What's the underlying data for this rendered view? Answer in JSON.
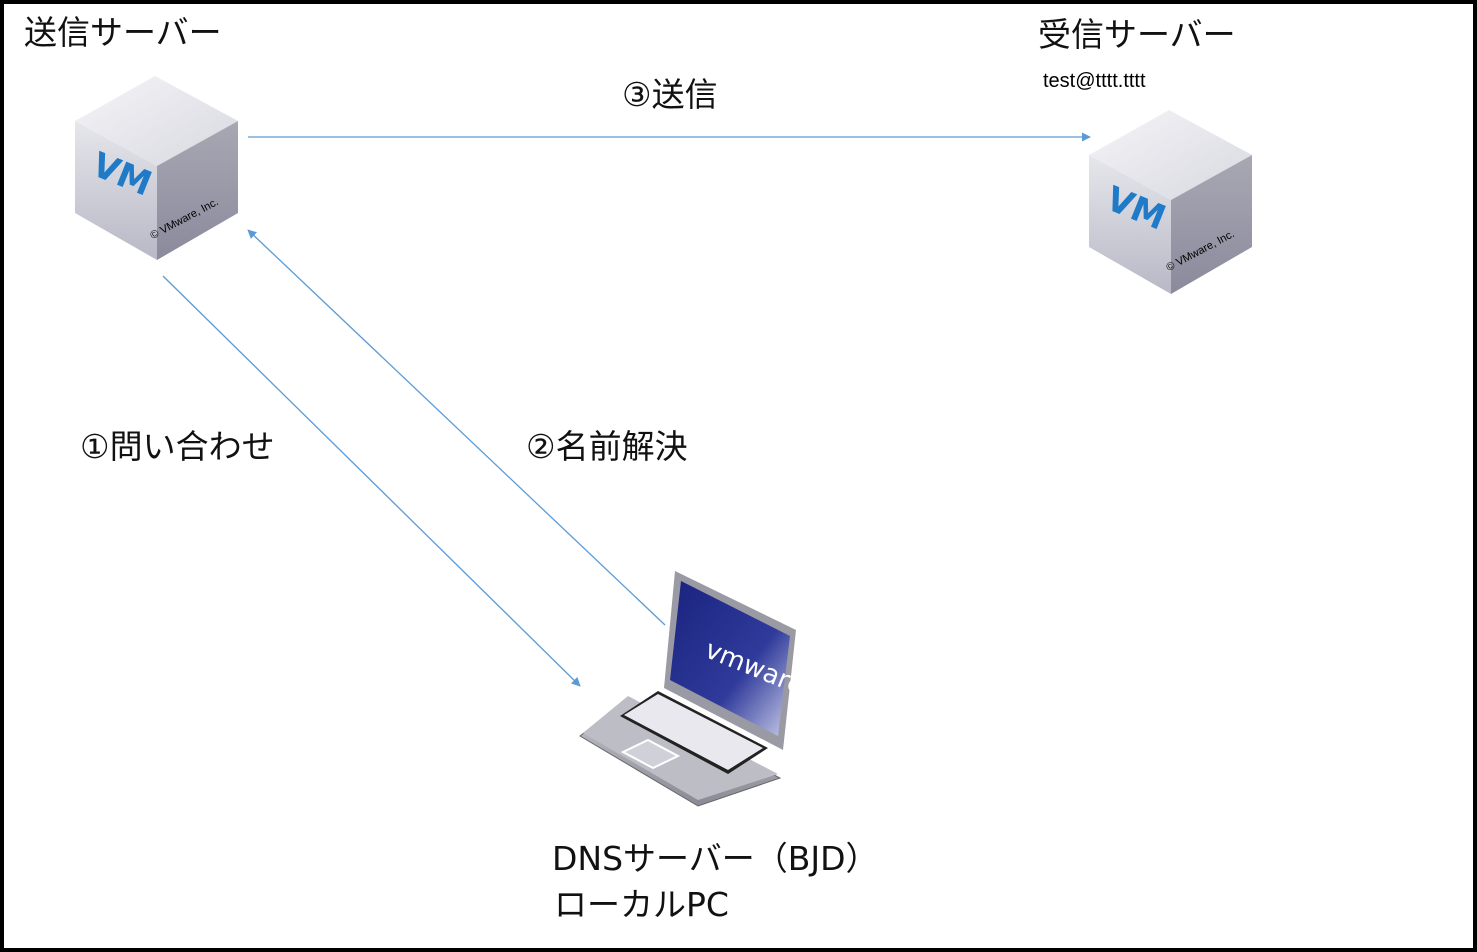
{
  "nodes": {
    "sender": {
      "label": "送信サーバー",
      "icon": "vm-cube-icon",
      "copyright": "© VMware, Inc.",
      "logo_text": "VM"
    },
    "receiver": {
      "label": "受信サーバー",
      "address": "test@tttt.tttt",
      "icon": "vm-cube-icon",
      "copyright": "© VMware, Inc.",
      "logo_text": "VM"
    },
    "dns": {
      "label_line1": "DNSサーバー（BJD）",
      "label_line2": "ローカルPC",
      "icon": "vmware-laptop-icon",
      "logo_text": "vmware"
    }
  },
  "edges": [
    {
      "label": "①問い合わせ",
      "from": "sender",
      "to": "dns"
    },
    {
      "label": "②名前解決",
      "from": "dns",
      "to": "sender"
    },
    {
      "label": "③送信",
      "from": "sender",
      "to": "receiver"
    }
  ],
  "colors": {
    "arrow": "#5b9bd5",
    "vm_logo": "#1f7ac7",
    "screen": "#1a237e"
  }
}
